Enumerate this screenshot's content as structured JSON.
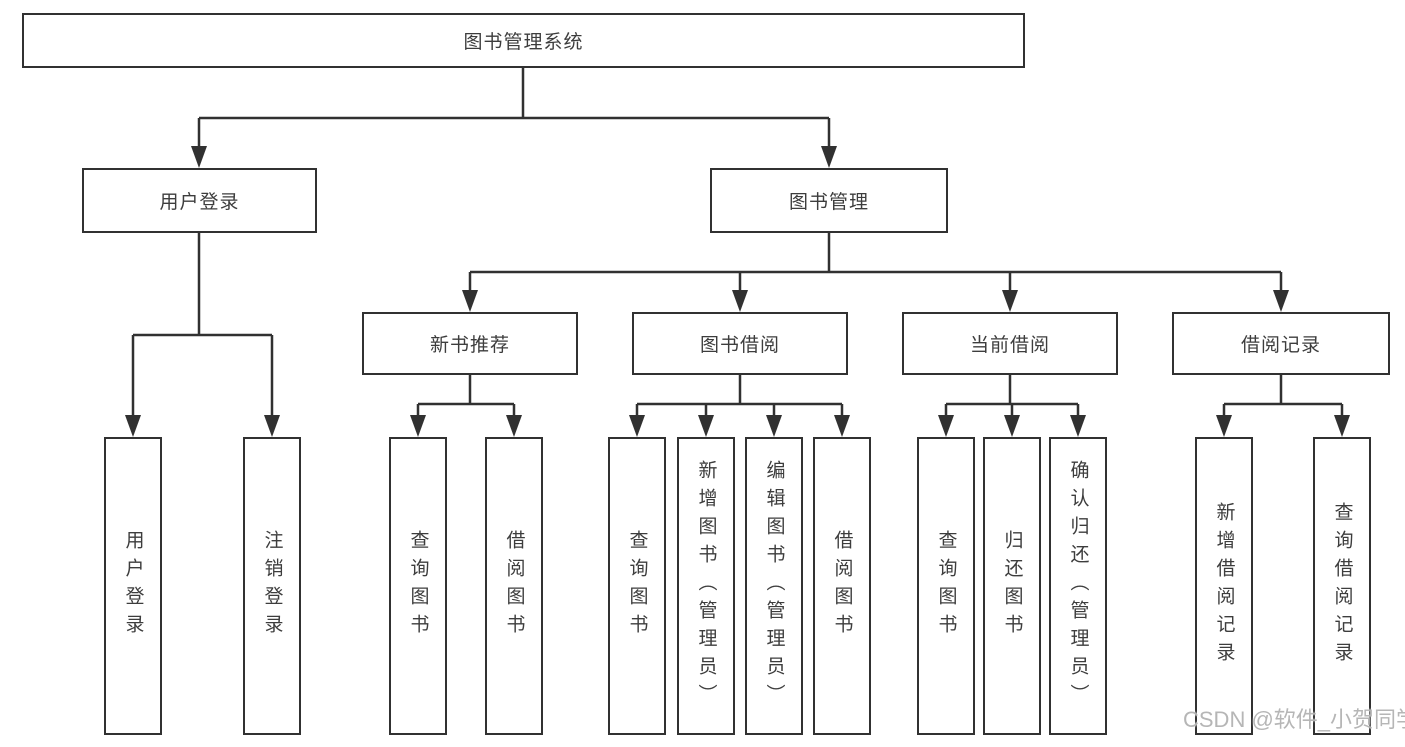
{
  "diagram": {
    "title": "图书管理系统",
    "level2": {
      "user_login": "用户登录",
      "book_mgmt": "图书管理"
    },
    "level3": {
      "new_book": "新书推荐",
      "borrow": "图书借阅",
      "current": "当前借阅",
      "record": "借阅记录"
    },
    "leaves": {
      "user_login": [
        "用户登录",
        "注销登录"
      ],
      "new_book": [
        "查询图书",
        "借阅图书"
      ],
      "borrow": [
        "查询图书",
        "新增图书（管理员）",
        "编辑图书（管理员）",
        "借阅图书"
      ],
      "current": [
        "查询图书",
        "归还图书",
        "确认归还（管理员）"
      ],
      "record": [
        "新增借阅记录",
        "查询借阅记录"
      ]
    }
  },
  "watermark": "CSDN @软件_小贺同学",
  "colors": {
    "line": "#313131",
    "text": "#3d3d3d",
    "watermark": "#b2b2b2"
  }
}
